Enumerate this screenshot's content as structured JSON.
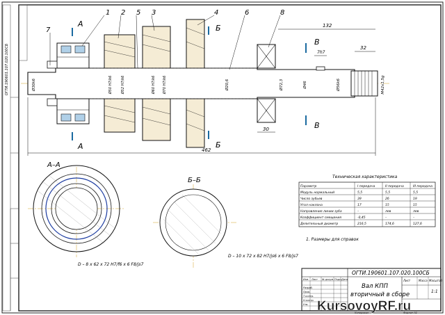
{
  "frame_code_rotated": "ОГТИ.190601.107.020.100СБ",
  "callouts": [
    "1",
    "2",
    "5",
    "3",
    "4",
    "6",
    "8",
    "7"
  ],
  "section_marks": {
    "a_top": "А",
    "a_bottom": "А",
    "b_top": "Б",
    "b_bottom": "Б",
    "v_top": "В",
    "v_bottom": "В"
  },
  "dimensions": {
    "d132": "132",
    "d32": "32",
    "d7h7": "7h7",
    "d30": "30",
    "d462": "462",
    "d_left": "Ø30k6",
    "d_h7_1": "Ø50 H7/k6",
    "d_h7_2": "Ø52 H7/k6",
    "d_h7_3": "Ø60 H7/k6",
    "d_h7_4": "Ø70 H7/k6",
    "d_mid": "Ø20,6",
    "d_bear": "Ø72,3",
    "d_46": "Ø46",
    "d_56": "Ø56k6",
    "d_thread": "М42x1,5g"
  },
  "views": {
    "aa": "А–А",
    "bb": "Б–Б"
  },
  "spline_aa": "D – 8 x 62 x 72 H7/f6 x 6 F8/js7",
  "spline_bb": "D – 10 x 72 x 82 H7/js6 x 6 F8/js7",
  "table": {
    "title": "Техническая характеристика",
    "headers": [
      "Параметр",
      "I передача",
      "II передача",
      "III передача"
    ],
    "rows": [
      [
        "Модуль нормальный",
        "5,5",
        "5,5",
        "5,5"
      ],
      [
        "Число зубьев",
        "39",
        "26",
        "19"
      ],
      [
        "Угол наклона",
        "17",
        "15",
        "15"
      ],
      [
        "Направление линии зуба",
        "–",
        "лев",
        "лев"
      ],
      [
        "Коэффициент смещения",
        "-0,45",
        "–",
        "–"
      ],
      [
        "Делительный диаметр",
        "216,5",
        "174,6",
        "127,6"
      ]
    ]
  },
  "note": "1. Размеры для справок",
  "stamp": {
    "code": "ОГТИ.190601.107.020.100СБ",
    "name_line1": "Вал КПП",
    "name_line2": "вторичный в сборе",
    "sheet_label": "Лист",
    "mass_label": "Масса",
    "scale_label": "Масштаб",
    "scale": "1:1",
    "rows": [
      "Изм.",
      "Лист",
      "№ докум.",
      "Подп.",
      "Дата"
    ],
    "roles": [
      "Разраб.",
      "Пров.",
      "Т.контр.",
      "Н.контр.",
      "Утв."
    ],
    "copy": "Копировал",
    "format": "Формат А1"
  },
  "watermark": "KursovoyRF.ru"
}
